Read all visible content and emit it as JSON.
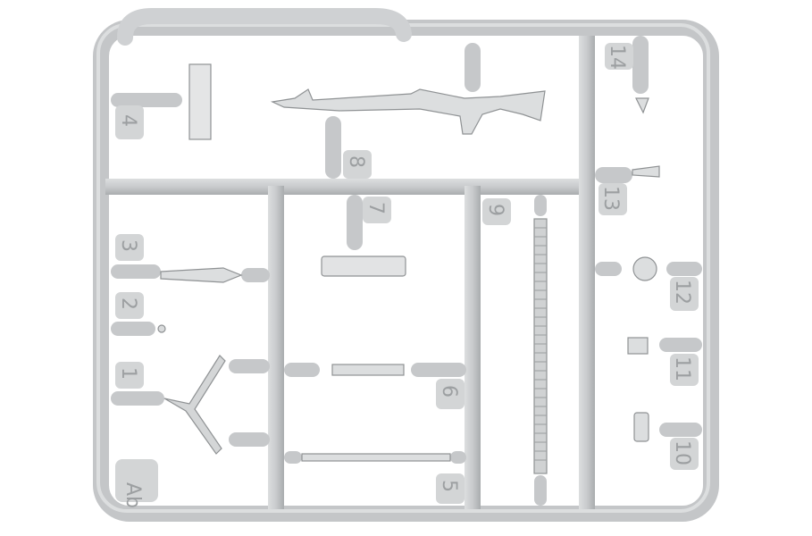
{
  "sprue": {
    "colors": {
      "plastic": "#c8cacc",
      "plastic_dark": "#a9acae",
      "plastic_light": "#dcdedf",
      "tag": "#d3d5d6",
      "numeral": "#9c9fa1",
      "background": "#ffffff"
    },
    "frame_label": "Ab",
    "part_numbers": {
      "p1": "1",
      "p2": "2",
      "p3": "3",
      "p4": "4",
      "p5": "5",
      "p6": "6",
      "p7": "7",
      "p8": "8",
      "p9": "9",
      "p10": "10",
      "p11": "11",
      "p12": "12",
      "p13": "13",
      "p14": "14"
    }
  }
}
